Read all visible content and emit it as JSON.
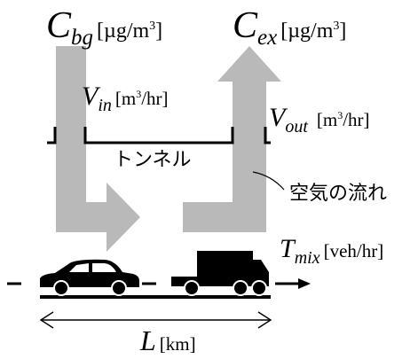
{
  "colors": {
    "airflow_fill": "#b9b9b9",
    "line": "#000000",
    "background": "#ffffff"
  },
  "labels": {
    "c_bg": {
      "symbol": "C",
      "subscript": "bg",
      "unit_pre": "[µg/m",
      "unit_sup": "3",
      "unit_post": "]"
    },
    "c_ex": {
      "symbol": "C",
      "subscript": "ex",
      "unit_pre": "[µg/m",
      "unit_sup": "3",
      "unit_post": "]"
    },
    "v_in": {
      "symbol": "V",
      "subscript": "in",
      "unit_pre": "[m",
      "unit_sup": "3",
      "unit_post": "/hr]"
    },
    "v_out": {
      "symbol": "V",
      "subscript": "out",
      "unit_pre": "[m",
      "unit_sup": "3",
      "unit_post": "/hr]"
    },
    "tunnel": "トンネル",
    "airflow": "空気の流れ",
    "t_mix": {
      "symbol": "T",
      "subscript": "mix",
      "unit": "[veh/hr]"
    },
    "length": {
      "symbol": "L",
      "unit": "[km]"
    }
  },
  "icons": [
    "inflow-arrow",
    "outflow-arrow",
    "car-icon",
    "truck-icon",
    "traffic-direction-arrow",
    "length-arrow"
  ]
}
